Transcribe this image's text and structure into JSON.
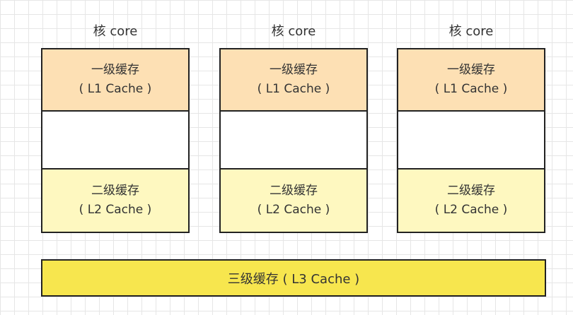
{
  "core_label": "核 core",
  "l1_line1": "一级缓存",
  "l1_line2": "( L1 Cache )",
  "l2_line1": "二级缓存",
  "l2_line2": "( L2 Cache )",
  "l3_label": "三级缓存 ( L3 Cache )",
  "colors": {
    "l1_fill": "#fde0b4",
    "l2_fill": "#fef8c0",
    "l3_fill": "#f7e64e",
    "border": "#222222",
    "grid": "#e6e6e6"
  }
}
